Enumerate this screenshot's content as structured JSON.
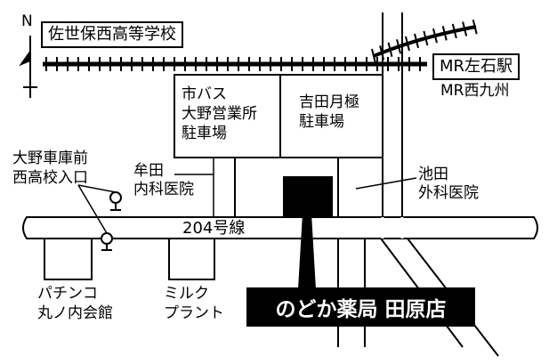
{
  "north": "N",
  "railway": {
    "station": "MR左石駅",
    "line": "MR西九州"
  },
  "school": "佐世保西高等学校",
  "road": "204号線",
  "buildings": {
    "bus_garage": [
      "市バス",
      "大野営業所",
      "駐車場"
    ],
    "yoshida_parking": [
      "吉田月極",
      "駐車場"
    ],
    "muta_clinic": [
      "牟田",
      "内科医院"
    ],
    "ikeda_clinic": [
      "池田",
      "外科医院"
    ],
    "pachinko": [
      "パチンコ",
      "丸ノ内会館"
    ],
    "milk_plant": [
      "ミルク",
      "プラント"
    ]
  },
  "bus_stop": [
    "大野車庫前",
    "西高校入口"
  ],
  "target": {
    "name": "のどか薬局",
    "branch": "田原店"
  },
  "colors": {
    "ink": "#000000",
    "paper": "#ffffff"
  }
}
